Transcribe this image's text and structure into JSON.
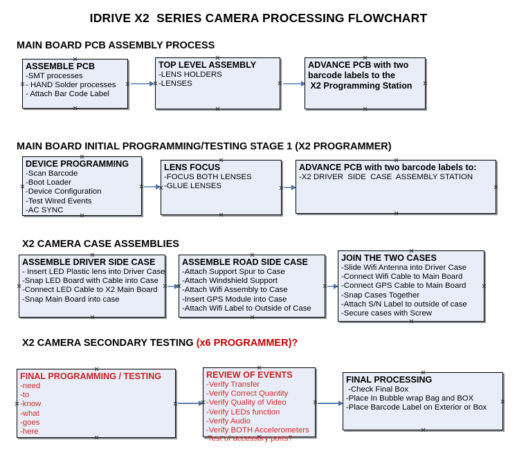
{
  "title": "IDRIVE X2  SERIES CAMERA PROCESSING FLOWCHART",
  "sections": [
    {
      "heading": "MAIN BOARD PCB ASSEMBLY PROCESS",
      "heading_accent": "",
      "boxes": [
        {
          "title": "ASSEMBLE PCB",
          "lines": [
            "-SMT processes",
            "- HAND Solder processes",
            "- Attach Bar Code Label"
          ]
        },
        {
          "title": "TOP LEVEL ASSEMBLY",
          "lines": [
            "-LENS HOLDERS",
            "-LENSES"
          ]
        },
        {
          "title": "ADVANCE PCB with two",
          "lines": [
            "barcode labels to the",
            " X2 Programming Station"
          ]
        }
      ]
    },
    {
      "heading": "MAIN BOARD INITIAL PROGRAMMING/TESTING STAGE 1 (X2 PROGRAMMER)",
      "heading_accent": "",
      "boxes": [
        {
          "title": "DEVICE PROGRAMMING",
          "lines": [
            "-Scan Barcode",
            "-Boot Loader",
            "-Device Configuration",
            "-Test Wired Events",
            "-AC SYNC"
          ]
        },
        {
          "title": "LENS FOCUS",
          "lines": [
            "-FOCUS BOTH LENSES",
            "-GLUE LENSES"
          ]
        },
        {
          "title": "ADVANCE PCB with two barcode labels to:",
          "lines": [
            "-X2 DRIVER  SIDE  CASE  ASSEMBLY STATION"
          ]
        }
      ]
    },
    {
      "heading": "X2 CAMERA CASE ASSEMBLIES",
      "heading_accent": "",
      "boxes": [
        {
          "title": "ASSEMBLE DRIVER SIDE CASE",
          "lines": [
            "- Insert LED Plastic lens into Driver Case",
            "-Snap LED Board with Cable into Case",
            "-Connect LED Cable to X2 Main Board",
            "-Snap Main Board into case"
          ]
        },
        {
          "title": "ASSEMBLE ROAD SIDE CASE",
          "lines": [
            "-Attach Support Spur to Case",
            "-Attach Windshield Support",
            "-Attach Wifi Assembly to Case",
            "-Insert GPS Module into Case",
            "-Attach Wifi Label to Outside of Case"
          ]
        },
        {
          "title": "JOIN THE TWO CASES",
          "lines": [
            "-Slide Wifi Antenna into Driver Case",
            "-Connect Wifi Cable to Main Board",
            "-Connect GPS Cable to Main Board",
            "-Snap Cases Together",
            "-Attach S/N Label to outside of case",
            "-Secure cases with Screw"
          ]
        }
      ]
    },
    {
      "heading": "X2 CAMERA SECONDARY TESTING ",
      "heading_accent": "(x6 PROGRAMMER)?",
      "boxes": [
        {
          "title": "FINAL PROGRAMMING / TESTING",
          "lines": [
            "-need",
            "-to",
            "-know",
            "-what",
            "-goes",
            "-here"
          ]
        },
        {
          "title": "REVIEW OF EVENTS",
          "lines": [
            "-Verify Transfer",
            "-Verify Correct Quantity",
            "-Verify Quality of Video",
            "-Verify LEDs function",
            "-Verify Audio",
            "-Verify BOTH Accelerometers"
          ],
          "overflow_line": "-Test of accessory ports?"
        },
        {
          "title": "FINAL PROCESSING",
          "lines": [
            " -Check Final Box",
            "-Place In Bubble wrap Bag and BOX",
            "-Place Barcode Label on Exterior or Box"
          ]
        }
      ]
    }
  ],
  "colors": {
    "box_fill": "#e8edf7",
    "box_border": "#000000",
    "accent_red": "#cc2222",
    "connector": "#7f9bc0",
    "arrowhead": "#4a6fa5",
    "text": "#000000"
  }
}
